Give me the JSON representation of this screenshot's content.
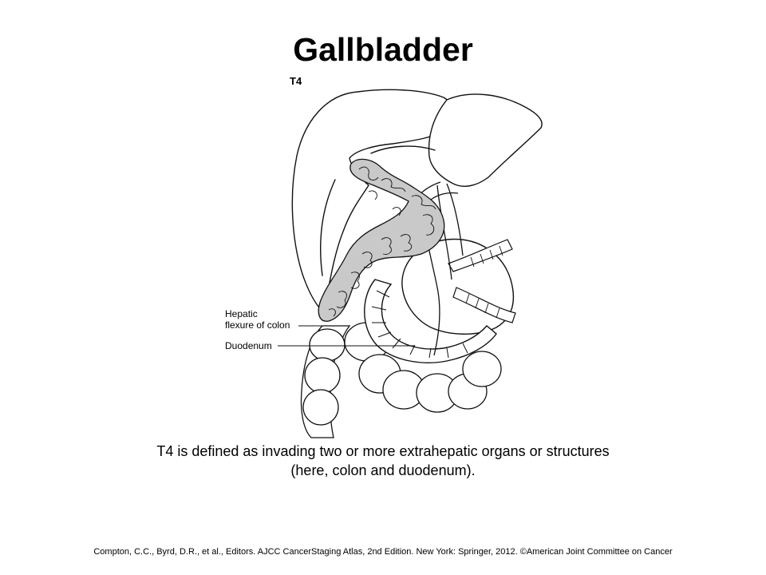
{
  "slide": {
    "title": "Gallbladder",
    "stage_label": "T4",
    "caption_line1": "T4 is defined as invading two or more extrahepatic organs or structures",
    "caption_line2": "(here, colon and duodenum).",
    "credit": "Compton, C.C., Byrd, D.R., et al., Editors. AJCC CancerStaging Atlas, 2nd Edition. New York: Springer, 2012. ©American Joint Committee on Cancer"
  },
  "labels": {
    "hepatic_line1": "Hepatic",
    "hepatic_line2": "flexure of colon",
    "duodenum": "Duodenum"
  },
  "colors": {
    "line": "#111111",
    "tumor_fill": "#c9c9c9",
    "organ_fill": "#ffffff"
  }
}
